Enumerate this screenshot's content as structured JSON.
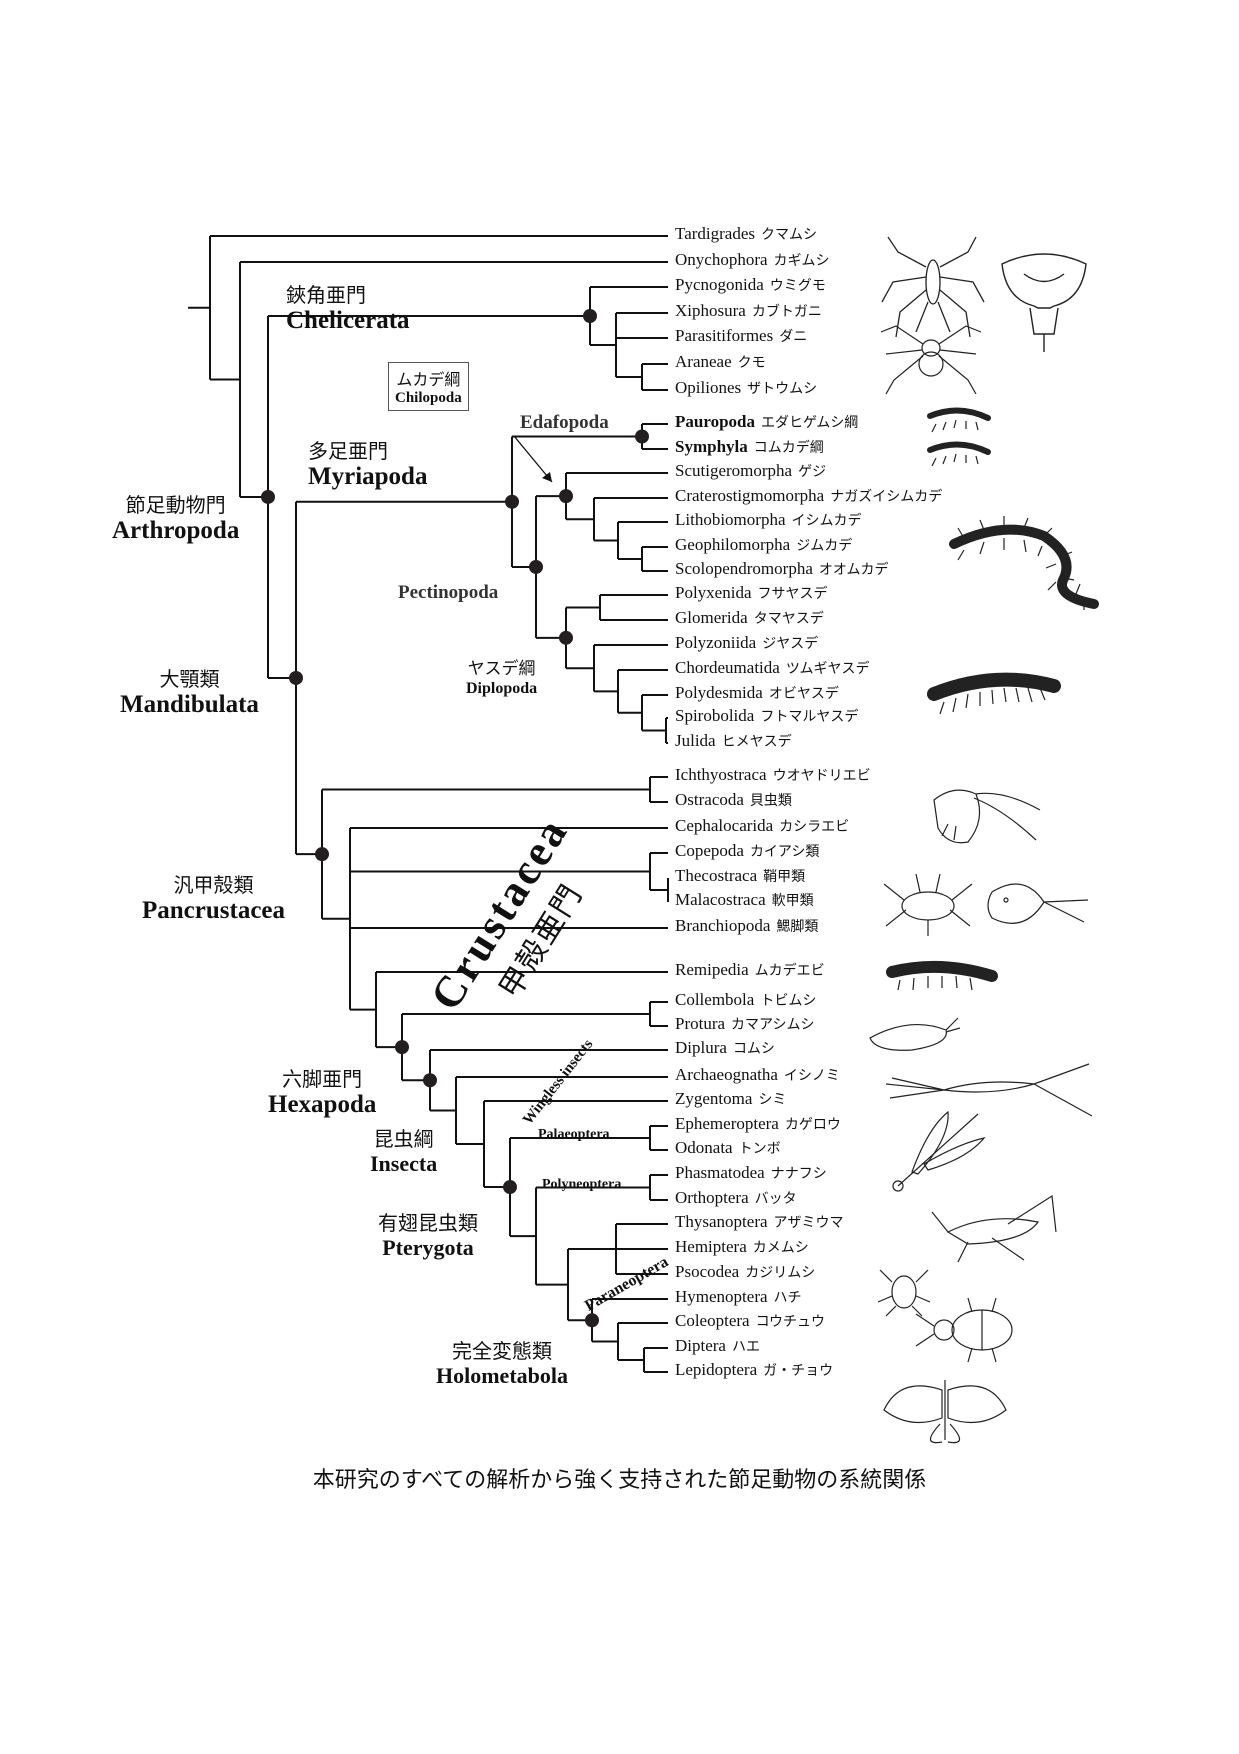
{
  "taxa": [
    {
      "en": "Tardigrades",
      "ja": "クマムシ",
      "bold": false
    },
    {
      "en": "Onychophora",
      "ja": "カギムシ",
      "bold": false
    },
    {
      "en": "Pycnogonida",
      "ja": "ウミグモ",
      "bold": false
    },
    {
      "en": "Xiphosura",
      "ja": "カブトガニ",
      "bold": false
    },
    {
      "en": "Parasitiformes",
      "ja": "ダニ",
      "bold": false
    },
    {
      "en": "Araneae",
      "ja": "クモ",
      "bold": false
    },
    {
      "en": "Opiliones",
      "ja": "ザトウムシ",
      "bold": false
    },
    {
      "en": "Pauropoda",
      "ja": "エダヒゲムシ綱",
      "bold": true
    },
    {
      "en": "Symphyla",
      "ja": "コムカデ綱",
      "bold": true
    },
    {
      "en": "Scutigeromorpha",
      "ja": "ゲジ",
      "bold": false
    },
    {
      "en": "Craterostigmomorpha",
      "ja": "ナガズイシムカデ",
      "bold": false
    },
    {
      "en": "Lithobiomorpha",
      "ja": "イシムカデ",
      "bold": false
    },
    {
      "en": "Geophilomorpha",
      "ja": "ジムカデ",
      "bold": false
    },
    {
      "en": "Scolopendromorpha",
      "ja": "オオムカデ",
      "bold": false
    },
    {
      "en": "Polyxenida",
      "ja": "フサヤスデ",
      "bold": false
    },
    {
      "en": "Glomerida",
      "ja": "タマヤスデ",
      "bold": false
    },
    {
      "en": "Polyzoniida",
      "ja": "ジヤスデ",
      "bold": false
    },
    {
      "en": "Chordeumatida",
      "ja": "ツムギヤスデ",
      "bold": false
    },
    {
      "en": "Polydesmida",
      "ja": "オビヤスデ",
      "bold": false
    },
    {
      "en": "Spirobolida",
      "ja": "フトマルヤスデ",
      "bold": false
    },
    {
      "en": "Julida",
      "ja": "ヒメヤスデ",
      "bold": false
    },
    {
      "en": "Ichthyostraca",
      "ja": "ウオヤドリエビ",
      "bold": false
    },
    {
      "en": "Ostracoda",
      "ja": "貝虫類",
      "bold": false
    },
    {
      "en": "Cephalocarida",
      "ja": "カシラエビ",
      "bold": false
    },
    {
      "en": "Copepoda",
      "ja": "カイアシ類",
      "bold": false
    },
    {
      "en": "Thecostraca",
      "ja": "鞘甲類",
      "bold": false
    },
    {
      "en": "Malacostraca",
      "ja": "軟甲類",
      "bold": false
    },
    {
      "en": "Branchiopoda",
      "ja": "鰓脚類",
      "bold": false
    },
    {
      "en": "Remipedia",
      "ja": "ムカデエビ",
      "bold": false
    },
    {
      "en": "Collembola",
      "ja": "トビムシ",
      "bold": false
    },
    {
      "en": "Protura",
      "ja": "カマアシムシ",
      "bold": false
    },
    {
      "en": "Diplura",
      "ja": "コムシ",
      "bold": false
    },
    {
      "en": "Archaeognatha",
      "ja": "イシノミ",
      "bold": false
    },
    {
      "en": "Zygentoma",
      "ja": "シミ",
      "bold": false
    },
    {
      "en": "Ephemeroptera",
      "ja": "カゲロウ",
      "bold": false
    },
    {
      "en": "Odonata",
      "ja": "トンボ",
      "bold": false
    },
    {
      "en": "Phasmatodea",
      "ja": "ナナフシ",
      "bold": false
    },
    {
      "en": "Orthoptera",
      "ja": "バッタ",
      "bold": false
    },
    {
      "en": "Thysanoptera",
      "ja": "アザミウマ",
      "bold": false
    },
    {
      "en": "Hemiptera",
      "ja": "カメムシ",
      "bold": false
    },
    {
      "en": "Psocodea",
      "ja": "カジリムシ",
      "bold": false
    },
    {
      "en": "Hymenoptera",
      "ja": "ハチ",
      "bold": false
    },
    {
      "en": "Coleoptera",
      "ja": "コウチュウ",
      "bold": false
    },
    {
      "en": "Diptera",
      "ja": "ハエ",
      "bold": false
    },
    {
      "en": "Lepidoptera",
      "ja": "ガ・チョウ",
      "bold": false
    }
  ],
  "clades": {
    "chelicerata": {
      "ja": "鋏角亜門",
      "en": "Chelicerata"
    },
    "myriapoda": {
      "ja": "多足亜門",
      "en": "Myriapoda"
    },
    "arthropoda": {
      "ja": "節足動物門",
      "en": "Arthropoda"
    },
    "mandibulata": {
      "ja": "大顎類",
      "en": "Mandibulata"
    },
    "pancrustacea": {
      "ja": "汎甲殻類",
      "en": "Pancrustacea"
    },
    "hexapoda": {
      "ja": "六脚亜門",
      "en": "Hexapoda"
    },
    "insecta": {
      "ja": "昆虫綱",
      "en": "Insecta"
    },
    "pterygota": {
      "ja": "有翅昆虫類",
      "en": "Pterygota"
    },
    "holometabola": {
      "ja": "完全変態類",
      "en": "Holometabola"
    },
    "diplopoda": {
      "ja": "ヤスデ綱",
      "en": "Diplopoda"
    },
    "chilopoda": {
      "ja": "ムカデ綱",
      "en": "Chilopoda"
    }
  },
  "minor_labels": {
    "edafopoda": "Edafopoda",
    "pectinopoda": "Pectinopoda",
    "palaeoptera": "Palaeoptera",
    "polyneoptera": "Polyneoptera",
    "paraneoptera": "Paraneoptera",
    "wingless": "Wingless insects",
    "crustacea_en": "Crustacea",
    "crustacea_ja": "甲殻亜門"
  },
  "caption": "本研究のすべての解析から強く支持された節足動物の系統関係",
  "colors": {
    "line": "#111111",
    "node": "#231f20",
    "background": "#ffffff"
  }
}
